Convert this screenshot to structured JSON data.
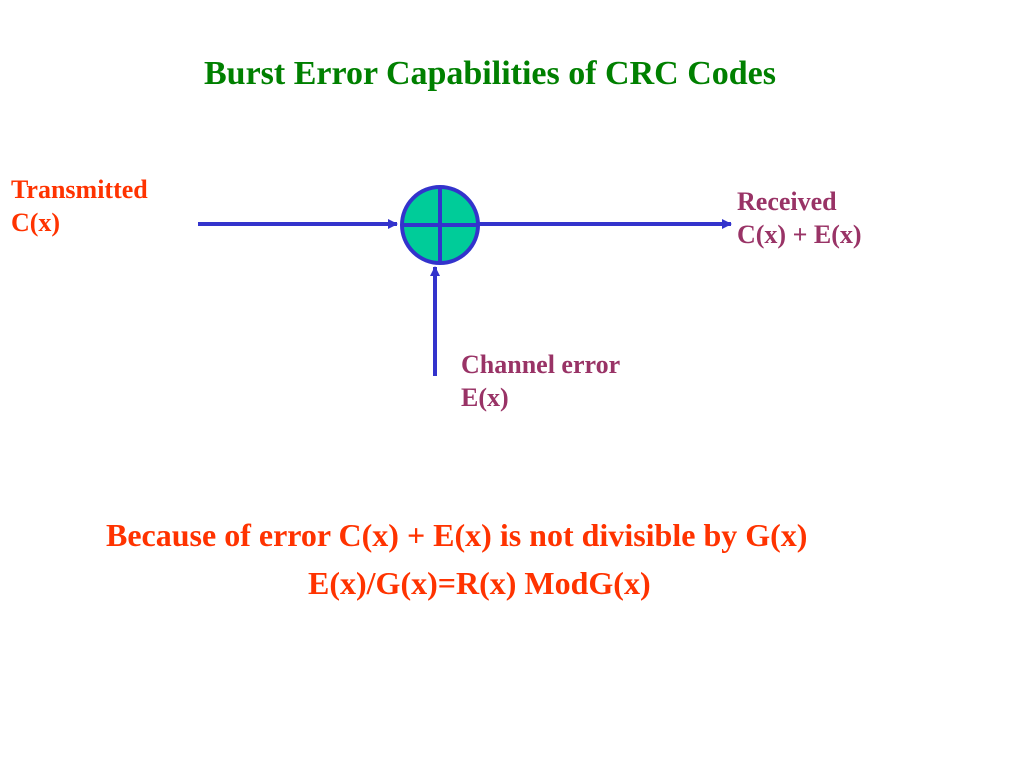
{
  "title": "Burst Error Capabilities of CRC Codes",
  "input": {
    "line1": "Transmitted",
    "line2": "C(x)"
  },
  "output": {
    "line1": "Received",
    "line2": "C(x) + E(x)"
  },
  "channel": {
    "line1": "Channel error",
    "line2": "E(x)"
  },
  "note": {
    "line1": "Because of error C(x) + E(x) is not divisible by G(x)",
    "line2": "E(x)/G(x)=R(x) ModG(x)"
  },
  "colors": {
    "title": "#008000",
    "input_label": "#FF3300",
    "output_label": "#993366",
    "channel_label": "#993366",
    "note": "#FF3300",
    "arrow": "#3333CC",
    "summing_fill": "#00CC99",
    "summing_stroke": "#3333CC"
  }
}
